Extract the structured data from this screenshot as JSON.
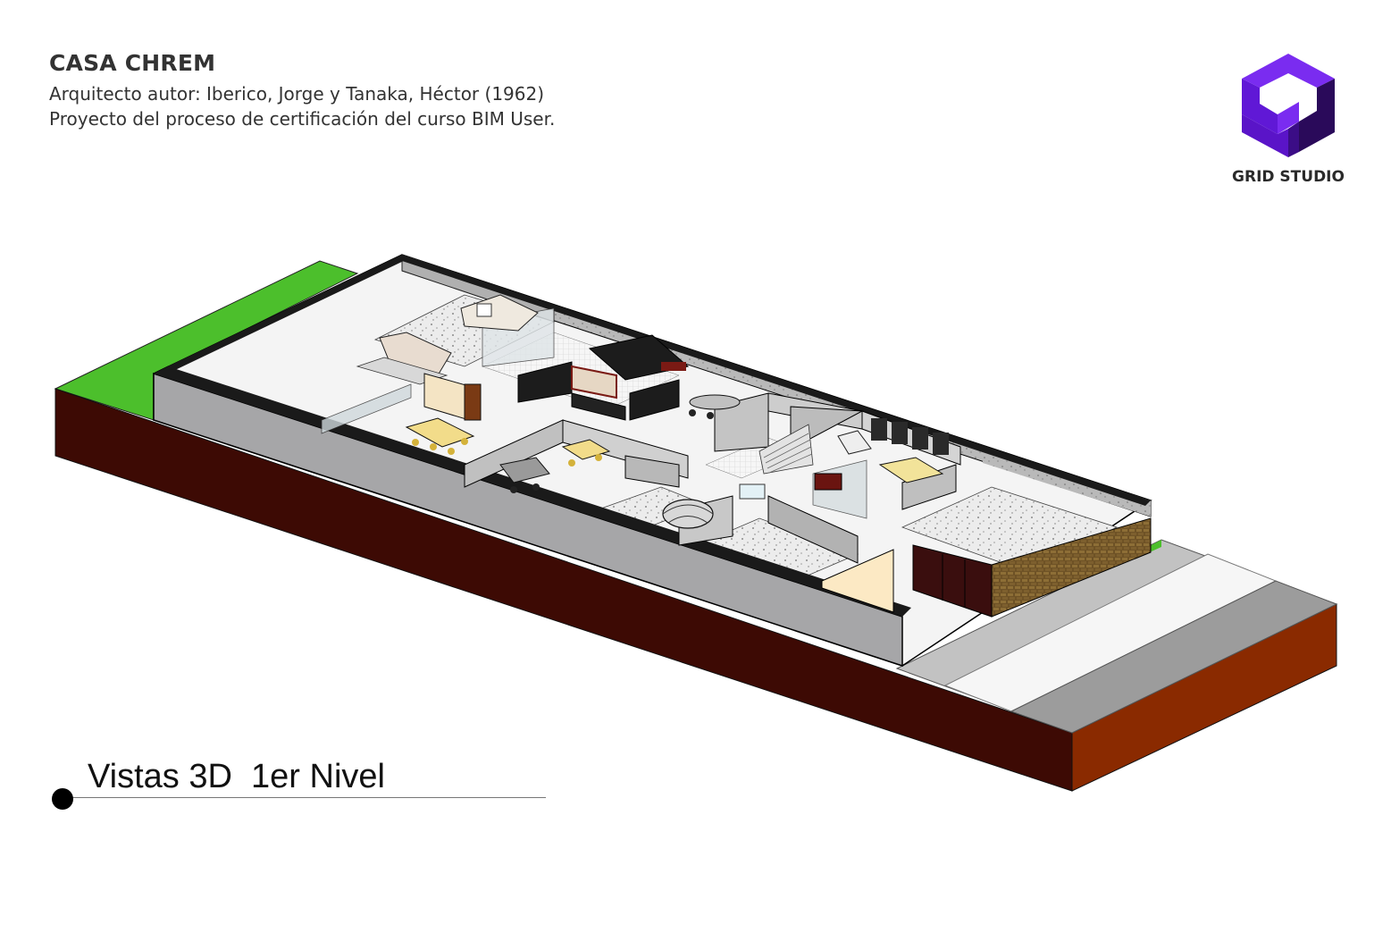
{
  "header": {
    "title": "CASA CHREM",
    "line1": "Arquitecto autor: Iberico, Jorge y Tanaka, Héctor (1962)",
    "line2": "Proyecto del proceso de certificación del curso BIM User."
  },
  "logo": {
    "name": "GRID STUDIO",
    "colors": {
      "top": "#7a2cf0",
      "front": "#5a14c8",
      "side": "#2a0a5a"
    }
  },
  "view": {
    "label": "Vistas 3D  1er Nivel"
  },
  "model": {
    "colors": {
      "soil_front": "#3d0a04",
      "soil_right": "#8a2a00",
      "grass": "#4cbf2c",
      "wall": "#a6a6a8",
      "floor": "#f1f1f1",
      "terrazzo": "#dcdcdc",
      "sidewalk": "#c2c2c2",
      "brick": "#7a5a2a",
      "furniture_dark": "#1c1c1c",
      "furniture_accent": "#7a1a14"
    }
  }
}
